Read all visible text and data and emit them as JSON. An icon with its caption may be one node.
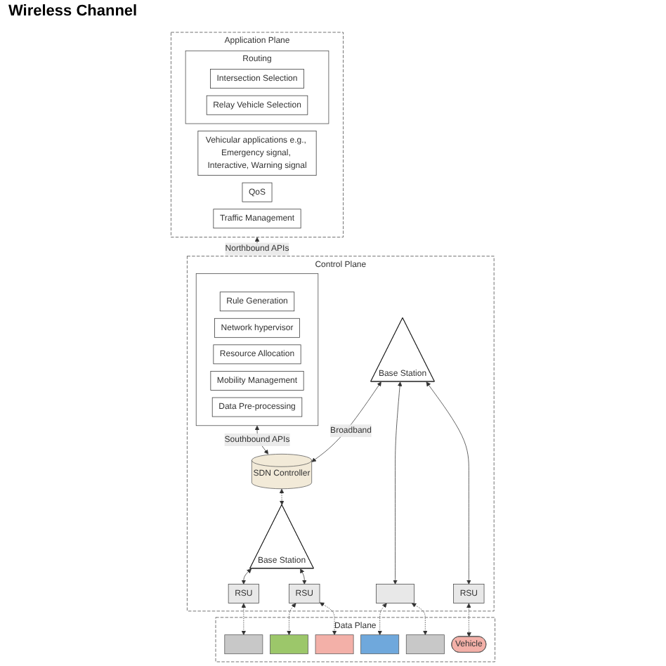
{
  "diagram": {
    "nodes": [
      {
        "text": [
          "Application Plane"
        ]
      },
      {
        "text": [
          "Vehicular applications e.g., Emergency signal, Interactive, Warning signal"
        ],
        "in": 0
      },
      {
        "text": [
          "Routing"
        ],
        "in": 0
      },
      {
        "text": [
          "Intersection Selection"
        ],
        "in": 2
      },
      {
        "text": [
          "Relay Vehicle Selection"
        ],
        "in": 2
      },
      {
        "text": [
          "QoS"
        ],
        "in": 0
      },
      {
        "text": [
          "Traffic Management"
        ],
        "in": 0
      },
      {
        "text": [
          "Control Plane"
        ]
      },
      {
        "text": [],
        "shape": "box",
        "in": 7
      },
      {
        "text": [
          "Rule Generation"
        ],
        "in": 8
      },
      {
        "text": [
          "Network hypervisor"
        ],
        "in": 8
      },
      {
        "text": [
          "Resource Allocation"
        ],
        "in": 8
      },
      {
        "text": [
          "Mobility Management"
        ],
        "in": 8
      },
      {
        "text": [
          "Data Pre-processing"
        ],
        "in": 8
      },
      {
        "text": [
          "SDN Controller"
        ],
        "in": 7
      },
      {
        "text": [
          "Base Station"
        ],
        "in": 7
      },
      {
        "text": [
          "RSU"
        ],
        "in": 7
      },
      {
        "text": [
          "RSU"
        ],
        "in": 7
      },
      {
        "text": [
          "Base Station"
        ],
        "in": 7
      },
      {
        "text": [],
        "shape": "box",
        "in": 7
      },
      {
        "text": [
          "RSU"
        ],
        "in": 7
      },
      {
        "text": [
          "Data Plane"
        ]
      },
      {
        "text": [],
        "shape": "box",
        "in": 21
      },
      {
        "text": [],
        "shape": "box",
        "in": 21
      },
      {
        "text": [],
        "shape": "box",
        "in": 21
      },
      {
        "text": [],
        "shape": "box",
        "in": 21
      },
      {
        "text": [],
        "shape": "box",
        "in": 21
      },
      {
        "text": [
          "Vehicle"
        ],
        "in": 21
      }
    ],
    "edges": [
      {
        "from": 0,
        "to": 7,
        "arrow": "both",
        "label": "Northbound APIs"
      },
      {
        "from": 8,
        "to": 14,
        "arrow": "both",
        "label": "Southbound APIs"
      },
      {
        "from": 14,
        "to": 15,
        "arrow": "both",
        "style": "dashed"
      },
      {
        "from": 18,
        "to": 14,
        "arrow": "both",
        "label": "Broadband"
      },
      {
        "from": 15,
        "to": 16,
        "arrow": "both"
      },
      {
        "from": 15,
        "to": 17,
        "arrow": "both"
      },
      {
        "from": 18,
        "to": 19,
        "arrow": "both"
      },
      {
        "from": 18,
        "to": 20,
        "arrow": "both"
      },
      {
        "from": 16,
        "to": 22,
        "arrow": "both",
        "style": "dashed"
      },
      {
        "from": 17,
        "to": 23,
        "arrow": "both",
        "style": "dashed"
      },
      {
        "from": 17,
        "to": 24,
        "arrow": "both",
        "style": "dashed"
      },
      {
        "from": 19,
        "to": 25,
        "arrow": "both",
        "style": "dashed"
      },
      {
        "from": 19,
        "to": 26,
        "arrow": "both",
        "style": "dashed"
      },
      {
        "from": 20,
        "to": 27,
        "arrow": "both",
        "style": "dashed"
      }
    ],
    "labels": [
      "Wireless Channel"
    ]
  }
}
